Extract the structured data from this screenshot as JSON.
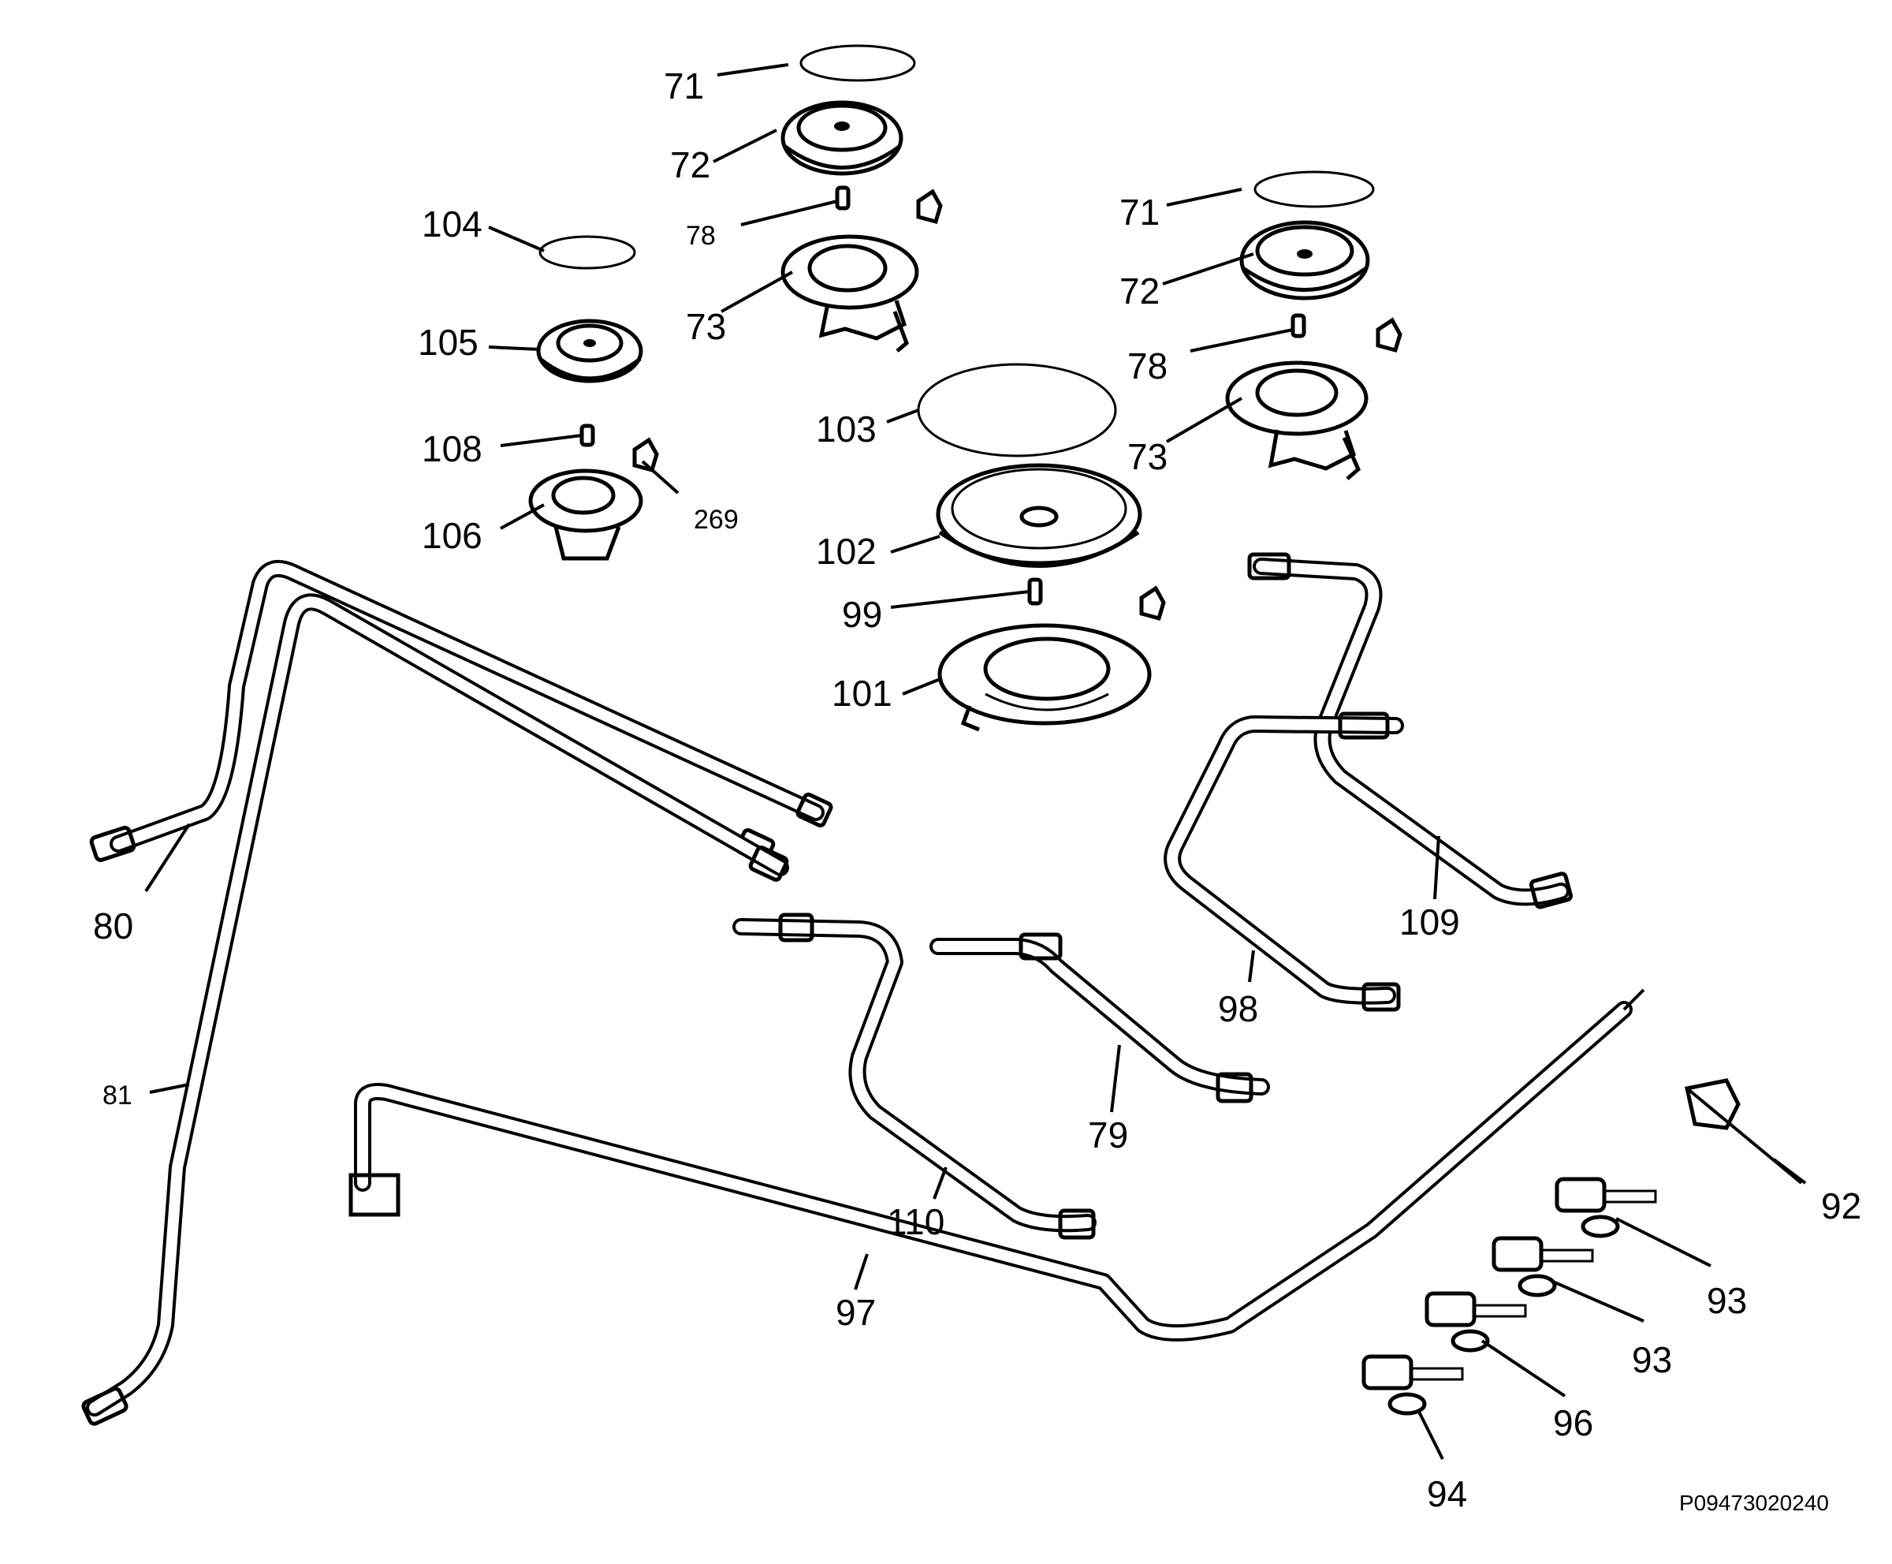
{
  "diagram": {
    "drawing_code": "P09473020240",
    "parts": [
      {
        "id": "71a",
        "label": "71"
      },
      {
        "id": "72a",
        "label": "72"
      },
      {
        "id": "78a",
        "label": "78"
      },
      {
        "id": "73a",
        "label": "73"
      },
      {
        "id": "71b",
        "label": "71"
      },
      {
        "id": "72b",
        "label": "72"
      },
      {
        "id": "78b",
        "label": "78"
      },
      {
        "id": "73b",
        "label": "73"
      },
      {
        "id": "104",
        "label": "104"
      },
      {
        "id": "105",
        "label": "105"
      },
      {
        "id": "108",
        "label": "108"
      },
      {
        "id": "106",
        "label": "106"
      },
      {
        "id": "269",
        "label": "269"
      },
      {
        "id": "103",
        "label": "103"
      },
      {
        "id": "102",
        "label": "102"
      },
      {
        "id": "99",
        "label": "99"
      },
      {
        "id": "101",
        "label": "101"
      },
      {
        "id": "80",
        "label": "80"
      },
      {
        "id": "81",
        "label": "81"
      },
      {
        "id": "109",
        "label": "109"
      },
      {
        "id": "98",
        "label": "98"
      },
      {
        "id": "79",
        "label": "79"
      },
      {
        "id": "110",
        "label": "110"
      },
      {
        "id": "97",
        "label": "97"
      },
      {
        "id": "92",
        "label": "92"
      },
      {
        "id": "93a",
        "label": "93"
      },
      {
        "id": "93b",
        "label": "93"
      },
      {
        "id": "96",
        "label": "96"
      },
      {
        "id": "94",
        "label": "94"
      }
    ]
  }
}
